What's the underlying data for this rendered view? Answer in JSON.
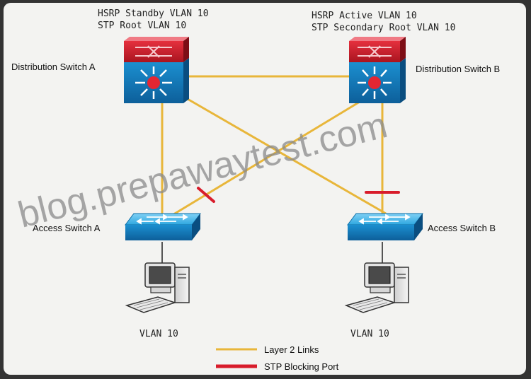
{
  "distribution_a": {
    "name": "Distribution Switch A",
    "role_line1": "HSRP Standby VLAN 10",
    "role_line2": "STP Root VLAN 10"
  },
  "distribution_b": {
    "name": "Distribution Switch B",
    "role_line1": "HSRP Active VLAN 10",
    "role_line2": "STP Secondary Root VLAN 10"
  },
  "access_a": {
    "name": "Access Switch A"
  },
  "access_b": {
    "name": "Access Switch B"
  },
  "host_a": {
    "label": "VLAN 10"
  },
  "host_b": {
    "label": "VLAN 10"
  },
  "legend": {
    "layer2_label": "Layer 2 Links",
    "blocking_label": "STP Blocking Port"
  },
  "watermark": "blog.prepawaytest.com",
  "colors": {
    "layer2_link": "#e8b63a",
    "blocking_port": "#d81c2b",
    "switch_blue": "#1b8fd0",
    "switch_red": "#d4202e"
  }
}
